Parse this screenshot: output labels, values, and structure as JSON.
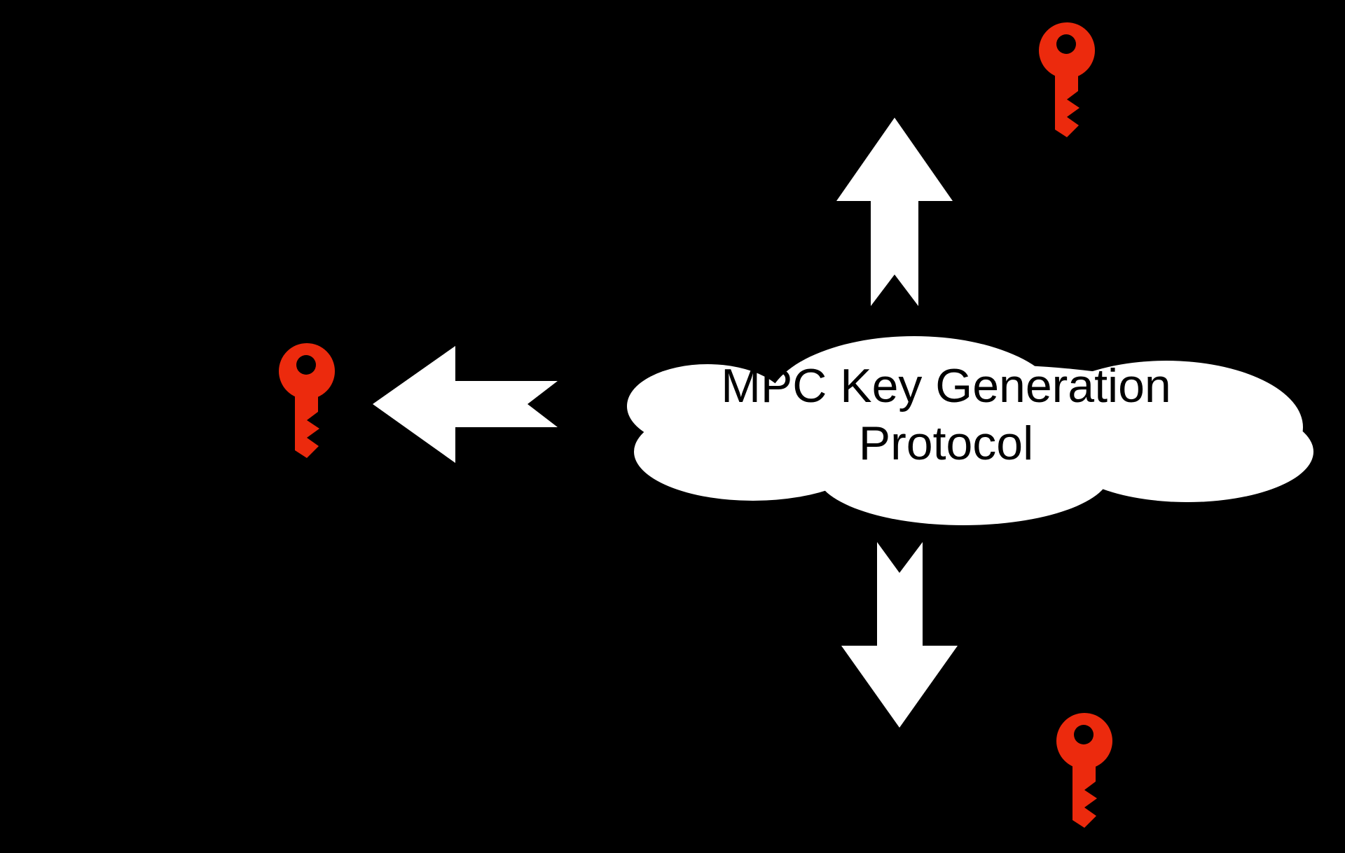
{
  "diagram": {
    "background_color": "#000000",
    "cloud": {
      "label_line1": "MPC Key Generation",
      "label_line2": "Protocol",
      "fill_color": "#ffffff",
      "text_color": "#000000"
    },
    "arrows": {
      "color": "#ffffff",
      "items": [
        {
          "id": "arrow-up",
          "direction": "up",
          "from": "cloud",
          "to": "top-right-key"
        },
        {
          "id": "arrow-left",
          "direction": "left",
          "from": "cloud",
          "to": "left-key"
        },
        {
          "id": "arrow-down",
          "direction": "down",
          "from": "cloud",
          "to": "bottom-right-key"
        }
      ]
    },
    "keys": {
      "color": "#ec2a0d",
      "hole_color": "#000000",
      "items": [
        {
          "id": "key-top-right",
          "position": "top-right"
        },
        {
          "id": "key-left",
          "position": "left"
        },
        {
          "id": "key-bottom-right",
          "position": "bottom-right"
        }
      ]
    }
  }
}
